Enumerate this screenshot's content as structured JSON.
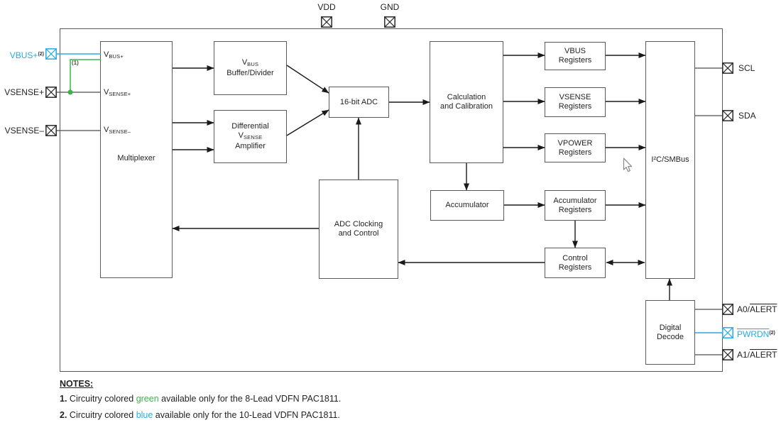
{
  "colors": {
    "cyan": "#29abe2",
    "green": "#39b54a"
  },
  "pins": {
    "vdd": "VDD",
    "gnd": "GND",
    "vbus_plus": {
      "label": "VBUS+",
      "sup": "(2)"
    },
    "vsense_plus": "VSENSE+",
    "vsense_minus": "VSENSE–",
    "scl": "SCL",
    "sda": "SDA",
    "a0": {
      "prefix": "A0/",
      "overline": "ALERT"
    },
    "pwrdn": {
      "overline": "PWRDN",
      "sup": "(2)"
    },
    "a1": {
      "prefix": "A1/",
      "overline": "ALERT"
    }
  },
  "blocks": {
    "multiplexer": {
      "label": "Multiplexer",
      "in_vbus": {
        "main": "V",
        "sub": "BUS+"
      },
      "in_vsense_p": {
        "main": "V",
        "sub": "SENSE+"
      },
      "in_vsense_m": {
        "main": "V",
        "sub": "SENSE–"
      }
    },
    "vbus_buffer": {
      "l1main": "V",
      "l1sub": "BUS",
      "l2": "Buffer/Divider"
    },
    "diff_amp": {
      "l1": "Differential",
      "l2main": "V",
      "l2sub": "SENSE",
      "l3": "Amplifier"
    },
    "adc": {
      "label": "16-bit ADC"
    },
    "calc": {
      "l1": "Calculation",
      "l2": "and Calibration"
    },
    "adc_clocking": {
      "l1": "ADC Clocking",
      "l2": "and Control"
    },
    "accumulator": {
      "label": "Accumulator"
    },
    "vbus_registers": {
      "l1": "VBUS",
      "l2": "Registers"
    },
    "vsense_registers": {
      "l1": "VSENSE",
      "l2": "Registers"
    },
    "vpower_registers": {
      "l1": "VPOWER",
      "l2": "Registers"
    },
    "accumulator_registers": {
      "l1": "Accumulator",
      "l2": "Registers"
    },
    "control_registers": {
      "l1": "Control",
      "l2": "Registers"
    },
    "i2c_smbus": {
      "label": "I²C/SMBus"
    },
    "digital_decode": {
      "l1": "Digital",
      "l2": "Decode"
    }
  },
  "callouts": {
    "note1_ref": "(1)"
  },
  "notes": {
    "heading": "NOTES:",
    "items": [
      {
        "num": "1.",
        "pre": " Circuitry colored ",
        "word": "green",
        "post": " available only for the 8-Lead VDFN PAC1811."
      },
      {
        "num": "2.",
        "pre": " Circuitry colored ",
        "word": "blue",
        "post": " available only for the 10-Lead VDFN PAC1811."
      }
    ]
  }
}
